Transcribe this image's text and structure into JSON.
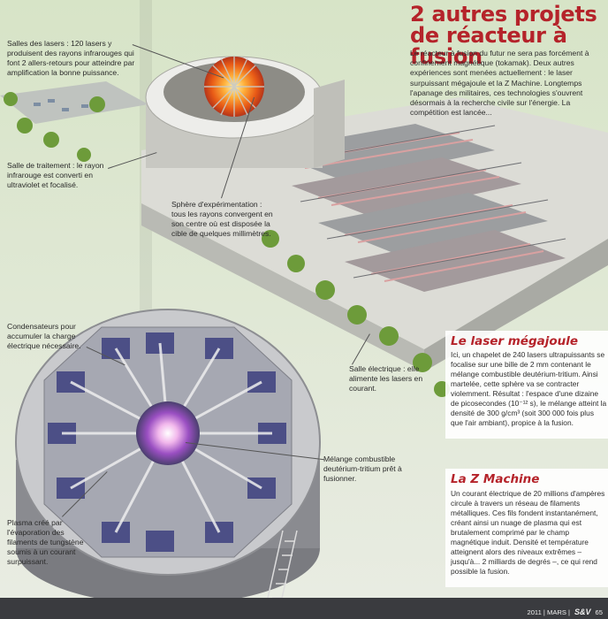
{
  "header": {
    "title_line1": "2 autres projets",
    "title_line2": "de réacteur à fusion",
    "intro": "Le réacteur à fusion du futur ne sera pas forcément à confinement magnétique (tokamak). Deux autres expériences sont menées actuellement : le laser surpuissant mégajoule et la Z Machine. Longtemps l'apanage des militaires, ces technologies s'ouvrent désormais à la recherche civile sur l'énergie. La compétition est lancée..."
  },
  "captions": {
    "salle_lasers": "Salles des lasers : 120 lasers y produisent des rayons infrarouges qui font 2 allers-retours pour atteindre par amplification la bonne puissance.",
    "salle_traitement": "Salle de traitement : le rayon infrarouge est converti en ultraviolet et focalisé.",
    "sphere": "Sphère d'expérimentation : tous les rayons convergent en son centre où est disposée la cible de quelques millimètres.",
    "condensateurs": "Condensateurs pour accumuler la charge électrique nécessaire.",
    "salle_electrique": "Salle électrique : elle alimente les lasers en courant.",
    "melange": "Mélange combustible deutérium-tritium prêt à fusionner.",
    "plasma": "Plasma créé par l'évaporation des filaments de tungstène soumis à un courant surpuissant."
  },
  "laser": {
    "heading": "Le laser mégajoule",
    "body": "Ici, un chapelet de 240 lasers ultrapuissants se focalise sur une bille de 2 mm contenant le mélange combustible deutérium-tritium. Ainsi martelée, cette sphère va se contracter violemment. Résultat : l'espace d'une dizaine de picosecondes (10⁻¹² s), le mélange atteint la densité de 300 g/cm³ (soit 300 000 fois plus que l'air ambiant), propice à la fusion."
  },
  "zmachine": {
    "heading": "La Z Machine",
    "body": "Un courant électrique de 20 millions d'ampères circule à travers un réseau de filaments métalliques. Ces fils fondent instantanément, créant ainsi un nuage de plasma qui est brutalement comprimé par le champ magnétique induit. Densité et température atteignent alors des niveaux extrêmes – jusqu'à... 2 milliards de degrés –, ce qui rend possible la fusion."
  },
  "footer": {
    "issue": "2011 | MARS |",
    "logo": "S&V",
    "page": "65"
  },
  "colors": {
    "accent_red": "#b5232a",
    "hall_roof": "#e6e6e2",
    "core_orange": "#f07a1c",
    "grass": "#cfe0bd"
  }
}
